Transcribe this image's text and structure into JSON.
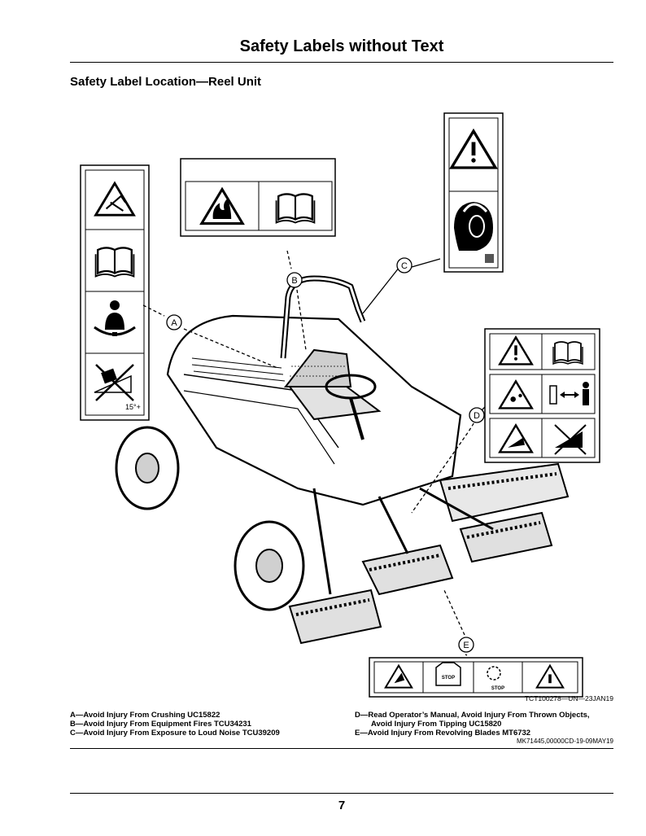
{
  "header": {
    "title": "Safety Labels without Text"
  },
  "section": {
    "title": "Safety Label Location—Reel Unit"
  },
  "figure": {
    "callouts": [
      "A",
      "B",
      "C",
      "D",
      "E"
    ],
    "label_a_text": "15°+",
    "label_e_stop_1": "STOP",
    "label_e_stop_2": "STOP",
    "image_ref": "TCT100278—UN—23JAN19"
  },
  "legend": {
    "left": [
      "A—Avoid Injury From Crushing UC15822",
      "B—Avoid Injury From Equipment Fires TCU34231",
      "C—Avoid Injury From Exposure to Loud Noise TCU39209"
    ],
    "right": [
      "D—Read Operator’s Manual, Avoid Injury From Thrown Objects,",
      "Avoid Injury From Tipping UC15820",
      "E—Avoid Injury From Revolving Blades MT6732"
    ]
  },
  "doc_ref": "MK71445,00000CD-19-09MAY19",
  "footer": {
    "page_number": "7"
  }
}
